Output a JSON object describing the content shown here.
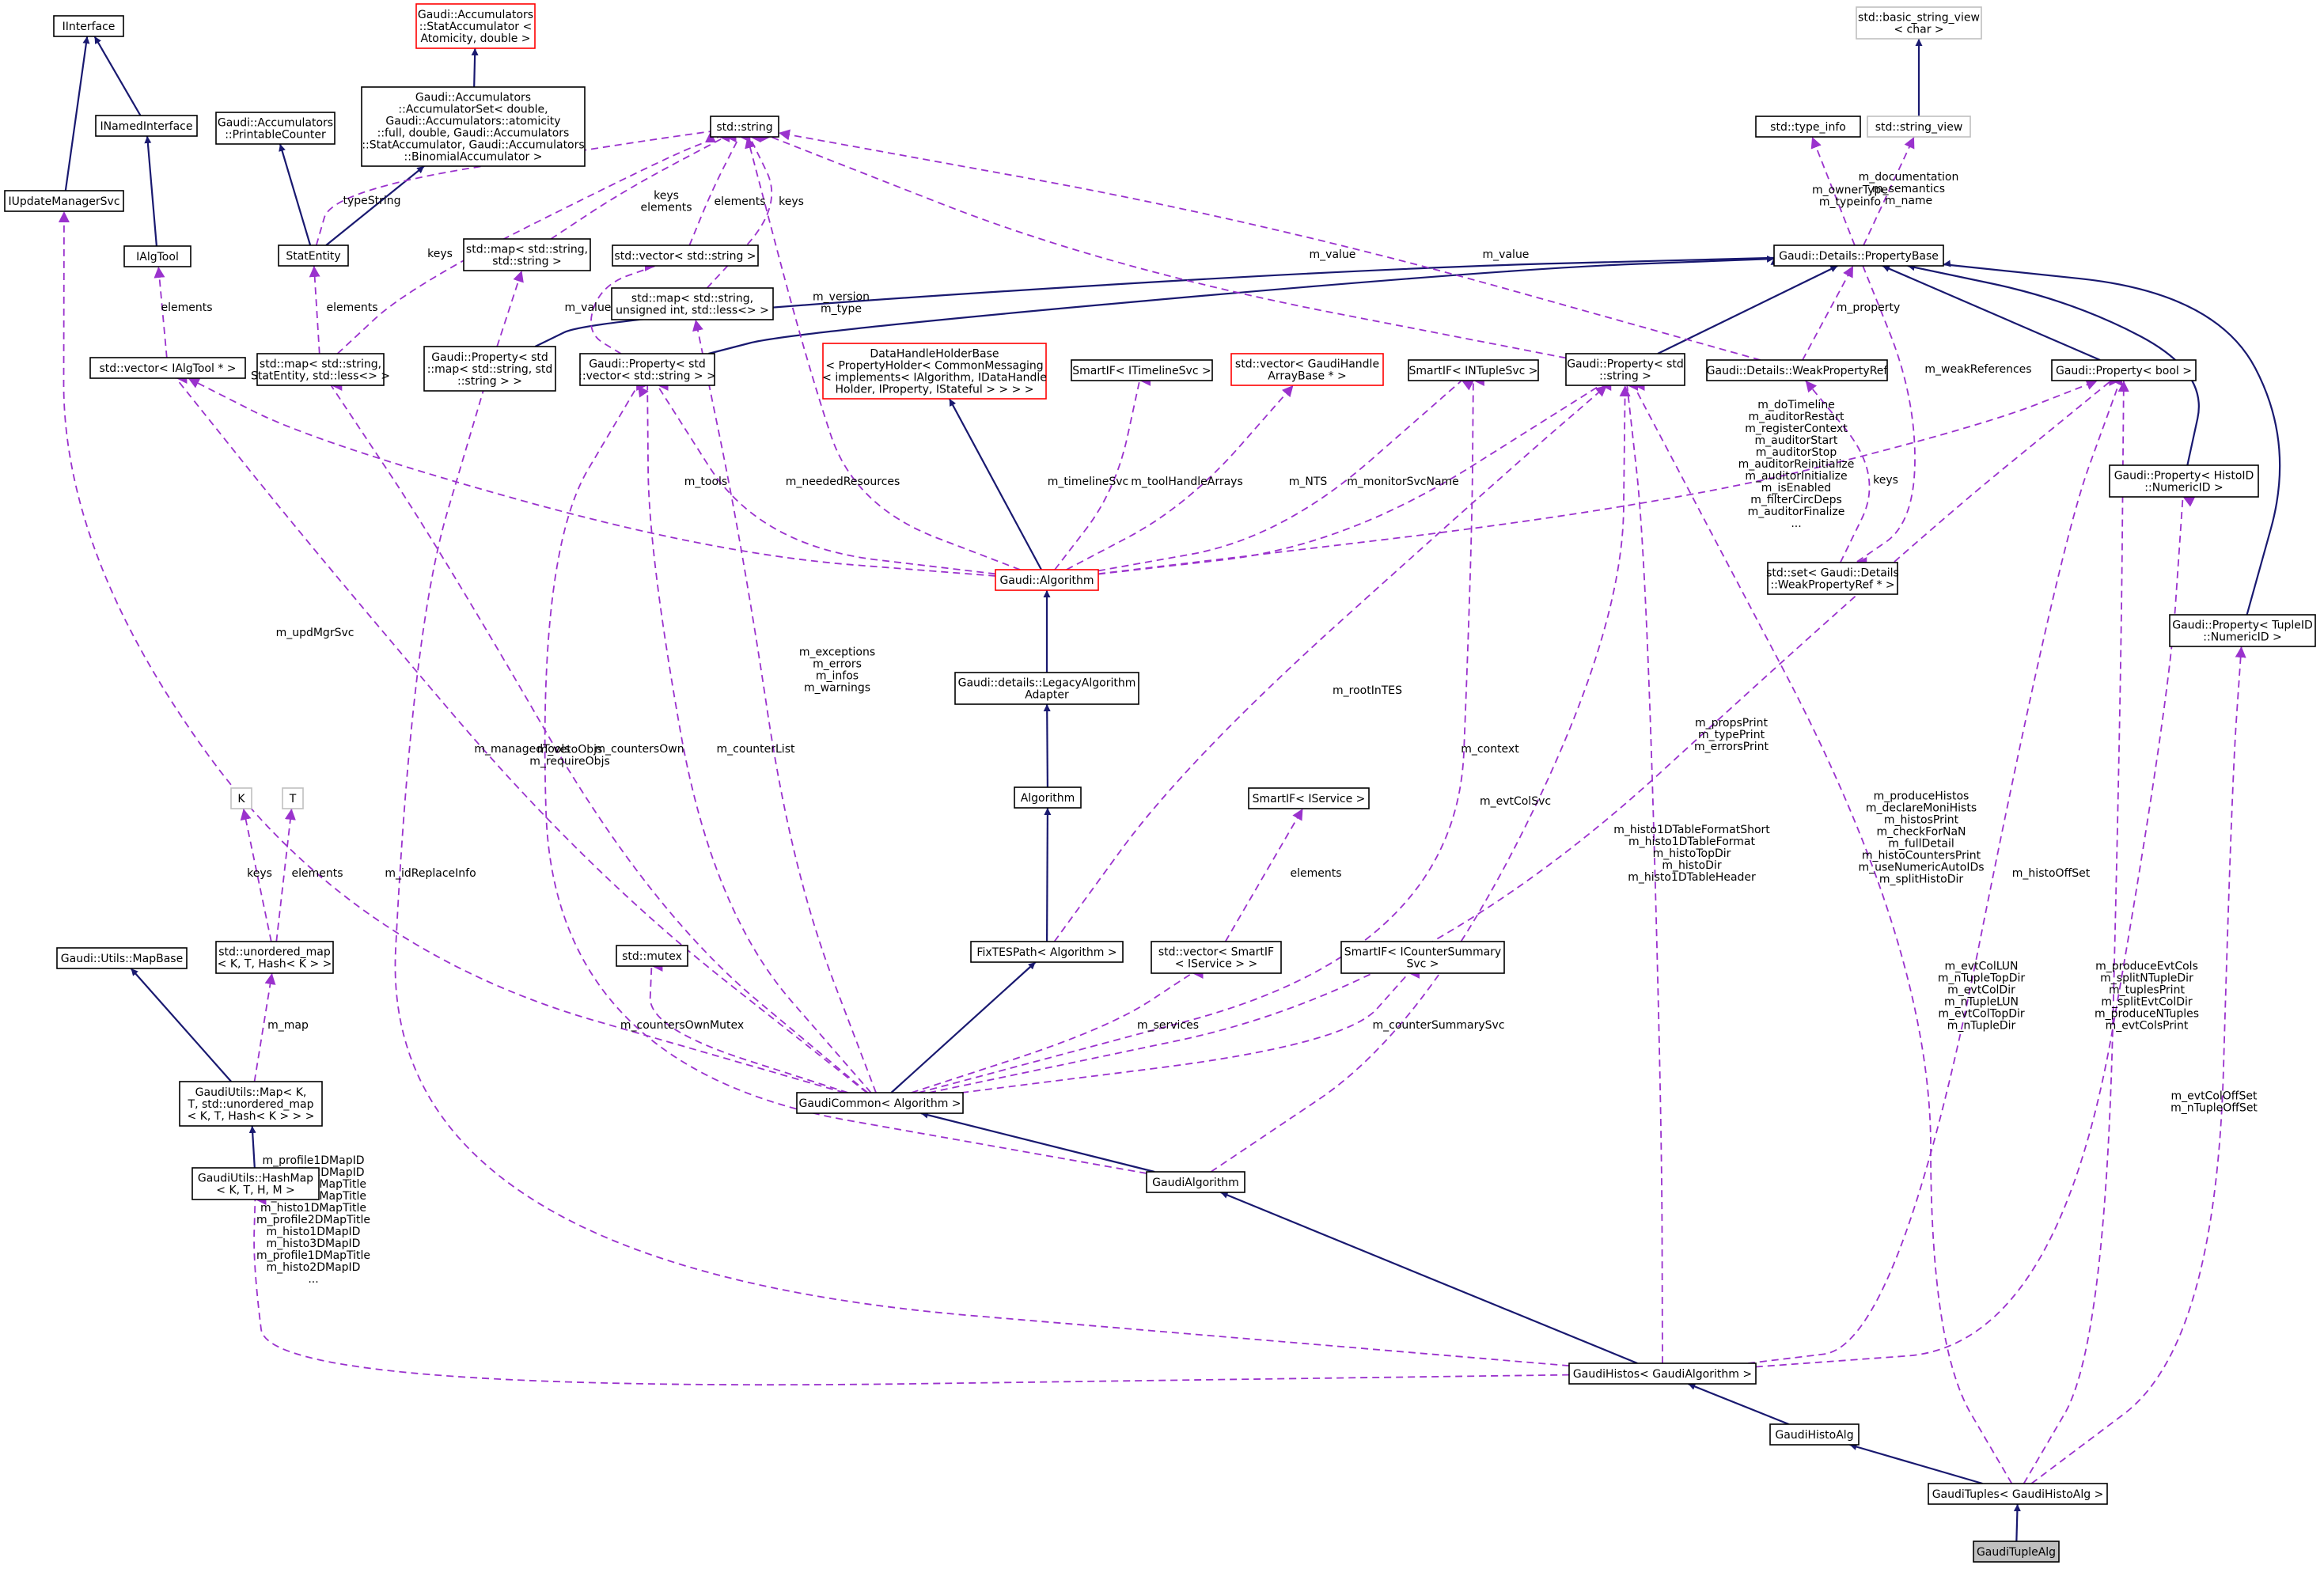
{
  "diagram": {
    "nodes": [
      {
        "id": "iinterface",
        "lines": [
          "IInterface"
        ]
      },
      {
        "id": "inamedinterface",
        "lines": [
          "INamedInterface"
        ]
      },
      {
        "id": "iupdatemanagersvc",
        "lines": [
          "IUpdateManagerSvc"
        ]
      },
      {
        "id": "ialgtool",
        "lines": [
          "IAlgTool"
        ]
      },
      {
        "id": "vec_ialgtool",
        "lines": [
          "std::vector< IAlgTool * >"
        ]
      },
      {
        "id": "statacc",
        "lines": [
          "Gaudi::Accumulators",
          "::StatAccumulator <",
          "Atomicity, double >"
        ],
        "style": "red"
      },
      {
        "id": "accset",
        "lines": [
          "Gaudi::Accumulators",
          "::AccumulatorSet< double,",
          "Gaudi::Accumulators::atomicity",
          "::full, double, Gaudi::Accumulators",
          "::StatAccumulator, Gaudi::Accumulators",
          "::BinomialAccumulator >"
        ]
      },
      {
        "id": "printcounter",
        "lines": [
          "Gaudi::Accumulators",
          "::PrintableCounter"
        ]
      },
      {
        "id": "statentity",
        "lines": [
          "StatEntity"
        ]
      },
      {
        "id": "map_statentity",
        "lines": [
          "std::map< std::string,",
          "StatEntity, std::less<> >"
        ]
      },
      {
        "id": "stdstring",
        "lines": [
          "std::string"
        ]
      },
      {
        "id": "map_str_str",
        "lines": [
          "std::map< std::string,",
          "std::string >"
        ]
      },
      {
        "id": "vec_str",
        "lines": [
          "std::vector< std::string >"
        ]
      },
      {
        "id": "map_str_uint",
        "lines": [
          "std::map< std::string,",
          "unsigned int, std::less<> >"
        ]
      },
      {
        "id": "prop_map",
        "lines": [
          "Gaudi::Property< std",
          "::map< std::string, std",
          "::string > >"
        ]
      },
      {
        "id": "prop_vec",
        "lines": [
          "Gaudi::Property< std",
          "::vector< std::string > >"
        ]
      },
      {
        "id": "datahandle",
        "lines": [
          "DataHandleHolderBase",
          "< PropertyHolder< CommonMessaging",
          "< implements< IAlgorithm, IDataHandle",
          "Holder, IProperty, IStateful > > > >"
        ],
        "style": "red"
      },
      {
        "id": "smart_timeline",
        "lines": [
          "SmartIF< ITimelineSvc >"
        ]
      },
      {
        "id": "vec_handle",
        "lines": [
          "std::vector< GaudiHandle",
          "ArrayBase * >"
        ],
        "style": "red"
      },
      {
        "id": "smart_ntuple",
        "lines": [
          "SmartIF< INTupleSvc >"
        ]
      },
      {
        "id": "typeinfo",
        "lines": [
          "std::type_info"
        ]
      },
      {
        "id": "bsv",
        "lines": [
          "std::basic_string_view",
          "< char >"
        ],
        "style": "grey"
      },
      {
        "id": "strview",
        "lines": [
          "std::string_view"
        ],
        "style": "grey"
      },
      {
        "id": "propbase",
        "lines": [
          "Gaudi::Details::PropertyBase"
        ]
      },
      {
        "id": "prop_str",
        "lines": [
          "Gaudi::Property< std",
          "::string >"
        ]
      },
      {
        "id": "weakref",
        "lines": [
          "Gaudi::Details::WeakPropertyRef"
        ]
      },
      {
        "id": "prop_bool",
        "lines": [
          "Gaudi::Property< bool >"
        ]
      },
      {
        "id": "prop_histoid",
        "lines": [
          "Gaudi::Property< HistoID",
          "::NumericID >"
        ]
      },
      {
        "id": "set_weak",
        "lines": [
          "std::set< Gaudi::Details",
          "::WeakPropertyRef * >"
        ]
      },
      {
        "id": "prop_tupleid",
        "lines": [
          "Gaudi::Property< TupleID",
          "::NumericID >"
        ]
      },
      {
        "id": "gaudialgorithm_base",
        "lines": [
          "Gaudi::Algorithm"
        ],
        "style": "red"
      },
      {
        "id": "legacy",
        "lines": [
          "Gaudi::details::LegacyAlgorithm",
          "Adapter"
        ]
      },
      {
        "id": "algorithm",
        "lines": [
          "Algorithm"
        ]
      },
      {
        "id": "fixtes",
        "lines": [
          "FixTESPath< Algorithm >"
        ]
      },
      {
        "id": "k",
        "lines": [
          "K"
        ],
        "style": "grey"
      },
      {
        "id": "t",
        "lines": [
          "T"
        ],
        "style": "grey"
      },
      {
        "id": "unordered_map",
        "lines": [
          "std::unordered_map",
          "< K, T, Hash< K > >"
        ]
      },
      {
        "id": "mapbase",
        "lines": [
          "Gaudi::Utils::MapBase"
        ]
      },
      {
        "id": "gaudiutils_map",
        "lines": [
          "GaudiUtils::Map< K,",
          "T, std::unordered_map",
          "< K, T, Hash< K > > >"
        ]
      },
      {
        "id": "hashmap",
        "lines": [
          "GaudiUtils::HashMap",
          "< K, T, H, M >"
        ]
      },
      {
        "id": "mutex",
        "lines": [
          "std::mutex"
        ]
      },
      {
        "id": "smart_iservice",
        "lines": [
          "SmartIF< IService >"
        ]
      },
      {
        "id": "vec_smart",
        "lines": [
          "std::vector< SmartIF",
          "< IService > >"
        ]
      },
      {
        "id": "smart_counter",
        "lines": [
          "SmartIF< ICounterSummary",
          "Svc >"
        ]
      },
      {
        "id": "gaudicommon",
        "lines": [
          "GaudiCommon< Algorithm >"
        ]
      },
      {
        "id": "gaudialgorithm",
        "lines": [
          "GaudiAlgorithm"
        ]
      },
      {
        "id": "gaudihistos",
        "lines": [
          "GaudiHistos< GaudiAlgorithm >"
        ]
      },
      {
        "id": "gaudihistoalg",
        "lines": [
          "GaudiHistoAlg"
        ]
      },
      {
        "id": "gaudituples",
        "lines": [
          "GaudiTuples< GaudiHistoAlg >"
        ]
      },
      {
        "id": "gauditoplealg",
        "lines": [
          "GaudiTupleAlg"
        ],
        "style": "focus"
      }
    ],
    "edge_labels": [
      {
        "id": "l_typestring",
        "lines": [
          "typeString"
        ]
      },
      {
        "id": "l_keys_elements",
        "lines": [
          "keys",
          "elements"
        ]
      },
      {
        "id": "l_elements1",
        "lines": [
          "elements"
        ]
      },
      {
        "id": "l_keys1",
        "lines": [
          "keys"
        ]
      },
      {
        "id": "l_keys2",
        "lines": [
          "keys"
        ]
      },
      {
        "id": "l_elements2",
        "lines": [
          "elements"
        ]
      },
      {
        "id": "l_elements3",
        "lines": [
          "elements"
        ]
      },
      {
        "id": "l_mvalue1",
        "lines": [
          "m_value"
        ]
      },
      {
        "id": "l_mversion",
        "lines": [
          "m_version",
          "m_type"
        ]
      },
      {
        "id": "l_mvalue2",
        "lines": [
          "m_value"
        ]
      },
      {
        "id": "l_mvalue3",
        "lines": [
          "m_value"
        ]
      },
      {
        "id": "l_mownertype",
        "lines": [
          "m_ownerType",
          "m_typeinfo"
        ]
      },
      {
        "id": "l_mdoc",
        "lines": [
          "m_documentation",
          "m_semantics",
          "m_name"
        ]
      },
      {
        "id": "l_mproperty",
        "lines": [
          "m_property"
        ]
      },
      {
        "id": "l_mweakrefs",
        "lines": [
          "m_weakReferences"
        ]
      },
      {
        "id": "l_keys3",
        "lines": [
          "keys"
        ]
      },
      {
        "id": "l_mdotimeline",
        "lines": [
          "m_doTimeline",
          "m_auditorRestart",
          "m_registerContext",
          "m_auditorStart",
          "m_auditorStop",
          "m_auditorReinitialize",
          "m_auditorInitialize",
          "m_isEnabled",
          "m_filterCircDeps",
          "m_auditorFinalize",
          "..."
        ]
      },
      {
        "id": "l_mtools",
        "lines": [
          "m_tools"
        ]
      },
      {
        "id": "l_mneeded",
        "lines": [
          "m_neededResources"
        ]
      },
      {
        "id": "l_mtimeline",
        "lines": [
          "m_timelineSvc"
        ]
      },
      {
        "id": "l_mtoolhandle",
        "lines": [
          "m_toolHandleArrays"
        ]
      },
      {
        "id": "l_mnts",
        "lines": [
          "m_NTS"
        ]
      },
      {
        "id": "l_mmonitor",
        "lines": [
          "m_monitorSvcName"
        ]
      },
      {
        "id": "l_mupdmgr",
        "lines": [
          "m_updMgrSvc"
        ]
      },
      {
        "id": "l_mexceptions",
        "lines": [
          "m_exceptions",
          "m_errors",
          "m_infos",
          "m_warnings"
        ]
      },
      {
        "id": "l_mroot",
        "lines": [
          "m_rootInTES"
        ]
      },
      {
        "id": "l_mmanaged",
        "lines": [
          "m_managedTools"
        ]
      },
      {
        "id": "l_mcountersown",
        "lines": [
          "m_countersOwn"
        ]
      },
      {
        "id": "l_mcounterlist",
        "lines": [
          "m_counterList"
        ]
      },
      {
        "id": "l_mcontext",
        "lines": [
          "m_context"
        ]
      },
      {
        "id": "l_mevtcolsvc",
        "lines": [
          "m_evtColSvc"
        ]
      },
      {
        "id": "l_mpropsprint",
        "lines": [
          "m_propsPrint",
          "m_typePrint",
          "m_errorsPrint"
        ]
      },
      {
        "id": "l_mveto",
        "lines": [
          "m_vetoObjs",
          "m_requireObjs"
        ]
      },
      {
        "id": "l_keys4",
        "lines": [
          "keys"
        ]
      },
      {
        "id": "l_elements4",
        "lines": [
          "elements"
        ]
      },
      {
        "id": "l_elements5",
        "lines": [
          "elements"
        ]
      },
      {
        "id": "l_midreplace",
        "lines": [
          "m_idReplaceInfo"
        ]
      },
      {
        "id": "l_mhisto1d",
        "lines": [
          "m_histo1DTableFormatShort",
          "m_histo1DTableFormat",
          "m_histoTopDir",
          "m_histoDir",
          "m_histo1DTableHeader"
        ]
      },
      {
        "id": "l_mproducehistos",
        "lines": [
          "m_produceHistos",
          "m_declareMoniHists",
          "m_histosPrint",
          "m_checkForNaN",
          "m_fullDetail",
          "m_histoCountersPrint",
          "m_useNumericAutoIDs",
          "m_splitHistoDir"
        ]
      },
      {
        "id": "l_mhistooffset",
        "lines": [
          "m_histoOffSet"
        ]
      },
      {
        "id": "l_mmap",
        "lines": [
          "m_map"
        ]
      },
      {
        "id": "l_mcountersmutex",
        "lines": [
          "m_countersOwnMutex"
        ]
      },
      {
        "id": "l_mservices",
        "lines": [
          "m_services"
        ]
      },
      {
        "id": "l_mcountersummary",
        "lines": [
          "m_counterSummarySvc"
        ]
      },
      {
        "id": "l_mevtcollun",
        "lines": [
          "m_evtColLUN",
          "m_nTupleTopDir",
          "m_evtColDir",
          "m_nTupleLUN",
          "m_evtColTopDir",
          "m_nTupleDir"
        ]
      },
      {
        "id": "l_mproduceevt",
        "lines": [
          "m_produceEvtCols",
          "m_splitNTupleDir",
          "m_tuplesPrint",
          "m_splitEvtColDir",
          "m_produceNTuples",
          "m_evtColsPrint"
        ]
      },
      {
        "id": "l_mevtcoloffset",
        "lines": [
          "m_evtColOffSet",
          "m_nTupleOffSet"
        ]
      },
      {
        "id": "l_mprofile",
        "lines": [
          "m_profile1DMapID",
          "m_profile2DMapID",
          "m_histo2DMapTitle",
          "m_histo3DMapTitle",
          "m_histo1DMapTitle",
          "m_profile2DMapTitle",
          "m_histo1DMapID",
          "m_histo3DMapID",
          "m_profile1DMapTitle",
          "m_histo2DMapID",
          "..."
        ]
      }
    ],
    "colors": {
      "inheritance": "#191970",
      "usage": "#9a32cd",
      "node_border": "#000000",
      "template_border": "#bfbfbf",
      "incomplete_border": "#ff0000",
      "focus_fill": "#bfbfbf"
    }
  }
}
